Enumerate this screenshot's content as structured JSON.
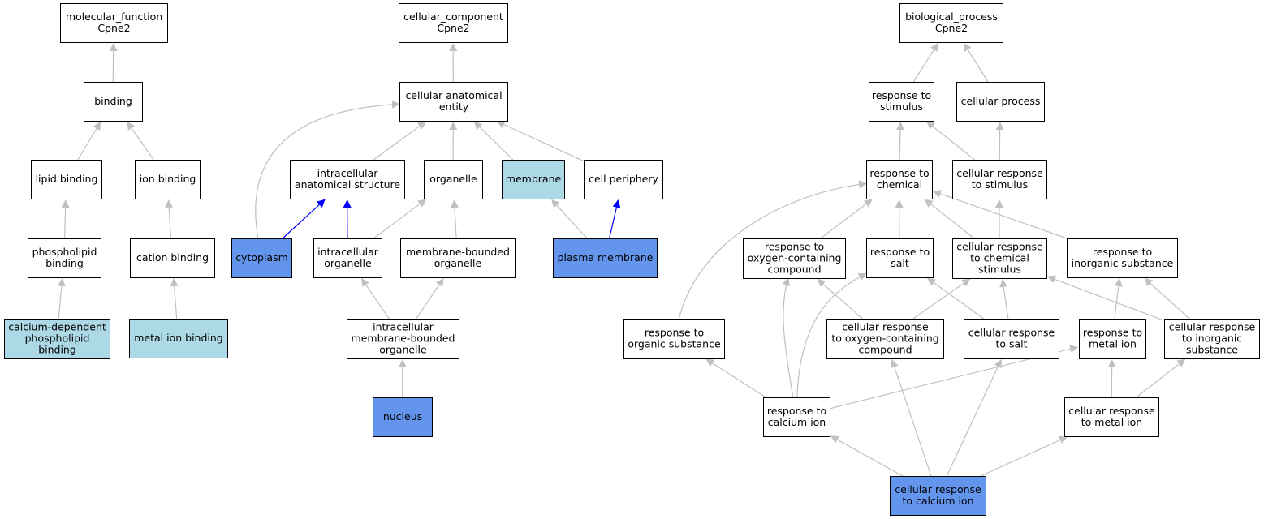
{
  "colors": {
    "default_fill": "#ffffff",
    "light_fill": "#add8e6",
    "dark_fill": "#6495ed",
    "gray_edge": "#c0c0c0",
    "blue_edge": "#0000ff"
  },
  "nodes": [
    {
      "id": "mf",
      "lines": [
        "molecular_function",
        "Cpne2"
      ],
      "style": "default"
    },
    {
      "id": "binding",
      "lines": [
        "binding"
      ],
      "style": "default"
    },
    {
      "id": "lipid",
      "lines": [
        "lipid binding"
      ],
      "style": "default"
    },
    {
      "id": "ion",
      "lines": [
        "ion binding"
      ],
      "style": "default"
    },
    {
      "id": "phospholipid",
      "lines": [
        "phospholipid",
        "binding"
      ],
      "style": "default"
    },
    {
      "id": "cation",
      "lines": [
        "cation binding"
      ],
      "style": "default"
    },
    {
      "id": "cdpb",
      "lines": [
        "calcium-dependent",
        "phospholipid",
        "binding"
      ],
      "style": "light"
    },
    {
      "id": "metalbind",
      "lines": [
        "metal ion binding"
      ],
      "style": "light"
    },
    {
      "id": "cc",
      "lines": [
        "cellular_component",
        "Cpne2"
      ],
      "style": "default"
    },
    {
      "id": "cae",
      "lines": [
        "cellular anatomical",
        "entity"
      ],
      "style": "default"
    },
    {
      "id": "ias",
      "lines": [
        "intracellular",
        "anatomical structure"
      ],
      "style": "default"
    },
    {
      "id": "organelle",
      "lines": [
        "organelle"
      ],
      "style": "default"
    },
    {
      "id": "membrane",
      "lines": [
        "membrane"
      ],
      "style": "light"
    },
    {
      "id": "periphery",
      "lines": [
        "cell periphery"
      ],
      "style": "default"
    },
    {
      "id": "cytoplasm",
      "lines": [
        "cytoplasm"
      ],
      "style": "dark"
    },
    {
      "id": "io",
      "lines": [
        "intracellular",
        "organelle"
      ],
      "style": "default"
    },
    {
      "id": "mbo",
      "lines": [
        "membrane-bounded",
        "organelle"
      ],
      "style": "default"
    },
    {
      "id": "pm",
      "lines": [
        "plasma membrane"
      ],
      "style": "dark"
    },
    {
      "id": "imbo",
      "lines": [
        "intracellular",
        "membrane-bounded",
        "organelle"
      ],
      "style": "default"
    },
    {
      "id": "nucleus",
      "lines": [
        "nucleus"
      ],
      "style": "dark"
    },
    {
      "id": "bp",
      "lines": [
        "biological_process",
        "Cpne2"
      ],
      "style": "default"
    },
    {
      "id": "rs",
      "lines": [
        "response to",
        "stimulus"
      ],
      "style": "default"
    },
    {
      "id": "cp",
      "lines": [
        "cellular process"
      ],
      "style": "default"
    },
    {
      "id": "rc",
      "lines": [
        "response to",
        "chemical"
      ],
      "style": "default"
    },
    {
      "id": "crs",
      "lines": [
        "cellular response",
        "to stimulus"
      ],
      "style": "default"
    },
    {
      "id": "roc",
      "lines": [
        "response to",
        "oxygen-containing",
        "compound"
      ],
      "style": "default"
    },
    {
      "id": "rsalt",
      "lines": [
        "response to",
        "salt"
      ],
      "style": "default"
    },
    {
      "id": "crcs",
      "lines": [
        "cellular response",
        "to chemical",
        "stimulus"
      ],
      "style": "default"
    },
    {
      "id": "ris",
      "lines": [
        "response to",
        "inorganic substance"
      ],
      "style": "default"
    },
    {
      "id": "ros",
      "lines": [
        "response to",
        "organic substance"
      ],
      "style": "default"
    },
    {
      "id": "croc",
      "lines": [
        "cellular response",
        "to oxygen-containing",
        "compound"
      ],
      "style": "default"
    },
    {
      "id": "crsalt",
      "lines": [
        "cellular response",
        "to salt"
      ],
      "style": "default"
    },
    {
      "id": "rmi",
      "lines": [
        "response to",
        "metal ion"
      ],
      "style": "default"
    },
    {
      "id": "cris",
      "lines": [
        "cellular response",
        "to inorganic",
        "substance"
      ],
      "style": "default"
    },
    {
      "id": "rci",
      "lines": [
        "response to",
        "calcium ion"
      ],
      "style": "default"
    },
    {
      "id": "crmi",
      "lines": [
        "cellular response",
        "to metal ion"
      ],
      "style": "default"
    },
    {
      "id": "crci",
      "lines": [
        "cellular response",
        "to calcium ion"
      ],
      "style": "dark"
    }
  ],
  "edges": [
    {
      "from": "binding",
      "to": "mf",
      "color": "gray"
    },
    {
      "from": "lipid",
      "to": "binding",
      "color": "gray"
    },
    {
      "from": "ion",
      "to": "binding",
      "color": "gray"
    },
    {
      "from": "phospholipid",
      "to": "lipid",
      "color": "gray"
    },
    {
      "from": "cation",
      "to": "ion",
      "color": "gray"
    },
    {
      "from": "cdpb",
      "to": "phospholipid",
      "color": "gray"
    },
    {
      "from": "metalbind",
      "to": "cation",
      "color": "gray"
    },
    {
      "from": "cae",
      "to": "cc",
      "color": "gray"
    },
    {
      "from": "ias",
      "to": "cae",
      "color": "gray"
    },
    {
      "from": "organelle",
      "to": "cae",
      "color": "gray"
    },
    {
      "from": "membrane",
      "to": "cae",
      "color": "gray"
    },
    {
      "from": "periphery",
      "to": "cae",
      "color": "gray"
    },
    {
      "from": "cytoplasm",
      "to": "cae",
      "color": "gray",
      "curve": true
    },
    {
      "from": "cytoplasm",
      "to": "ias",
      "color": "blue"
    },
    {
      "from": "io",
      "to": "ias",
      "color": "blue"
    },
    {
      "from": "io",
      "to": "organelle",
      "color": "gray"
    },
    {
      "from": "mbo",
      "to": "organelle",
      "color": "gray"
    },
    {
      "from": "pm",
      "to": "membrane",
      "color": "gray"
    },
    {
      "from": "pm",
      "to": "periphery",
      "color": "blue"
    },
    {
      "from": "imbo",
      "to": "io",
      "color": "gray"
    },
    {
      "from": "imbo",
      "to": "mbo",
      "color": "gray"
    },
    {
      "from": "nucleus",
      "to": "imbo",
      "color": "gray"
    },
    {
      "from": "rs",
      "to": "bp",
      "color": "gray"
    },
    {
      "from": "cp",
      "to": "bp",
      "color": "gray"
    },
    {
      "from": "rc",
      "to": "rs",
      "color": "gray"
    },
    {
      "from": "crs",
      "to": "rs",
      "color": "gray"
    },
    {
      "from": "crs",
      "to": "cp",
      "color": "gray"
    },
    {
      "from": "roc",
      "to": "rc",
      "color": "gray"
    },
    {
      "from": "rsalt",
      "to": "rc",
      "color": "gray"
    },
    {
      "from": "crcs",
      "to": "rc",
      "color": "gray"
    },
    {
      "from": "crcs",
      "to": "crs",
      "color": "gray"
    },
    {
      "from": "ris",
      "to": "rc",
      "color": "gray"
    },
    {
      "from": "ros",
      "to": "rc",
      "color": "gray",
      "curve": true
    },
    {
      "from": "croc",
      "to": "roc",
      "color": "gray"
    },
    {
      "from": "croc",
      "to": "crcs",
      "color": "gray"
    },
    {
      "from": "crsalt",
      "to": "rsalt",
      "color": "gray"
    },
    {
      "from": "crsalt",
      "to": "crcs",
      "color": "gray"
    },
    {
      "from": "rmi",
      "to": "ris",
      "color": "gray"
    },
    {
      "from": "cris",
      "to": "ris",
      "color": "gray"
    },
    {
      "from": "cris",
      "to": "crcs",
      "color": "gray"
    },
    {
      "from": "rci",
      "to": "ros",
      "color": "gray"
    },
    {
      "from": "rci",
      "to": "roc",
      "color": "gray",
      "curve": true
    },
    {
      "from": "rci",
      "to": "rsalt",
      "color": "gray",
      "curve": true
    },
    {
      "from": "rci",
      "to": "rmi",
      "color": "gray"
    },
    {
      "from": "crmi",
      "to": "rmi",
      "color": "gray"
    },
    {
      "from": "crmi",
      "to": "cris",
      "color": "gray"
    },
    {
      "from": "crci",
      "to": "rci",
      "color": "gray"
    },
    {
      "from": "crci",
      "to": "croc",
      "color": "gray"
    },
    {
      "from": "crci",
      "to": "crsalt",
      "color": "gray"
    },
    {
      "from": "crci",
      "to": "crmi",
      "color": "gray"
    }
  ]
}
